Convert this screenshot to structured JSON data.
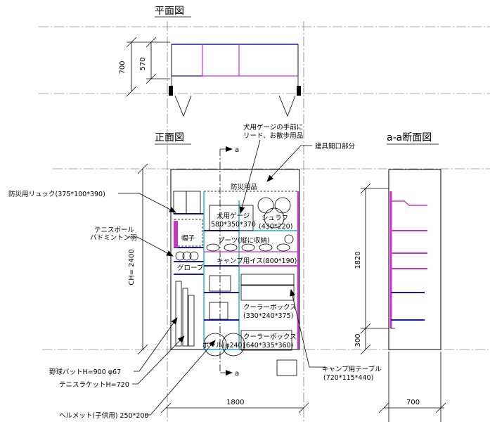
{
  "titles": {
    "plan": "平面図",
    "front": "正面図",
    "section": "a-a断面図"
  },
  "section_marks": {
    "top": "a",
    "bottom": "a"
  },
  "dimensions": {
    "plan_outer": "700",
    "plan_inner": "570",
    "ceiling": "CH= 2400",
    "front_width": "1800",
    "section_height": "1820",
    "section_base": "300",
    "section_width": "700"
  },
  "labels": {
    "disaster_goods": "防災用品",
    "dog_cage": "犬用ゲージ",
    "dog_cage_size": "580*350*370",
    "sleeping_bag": "シュラフ",
    "sleeping_bag_size": "(430*220)",
    "hat": "帽子",
    "boots": "ブーツ(縦に収納)",
    "camp_chair": "キャンプ用イス(800*190)",
    "glove": "グローブ",
    "cooler1": "クーラーボックス",
    "cooler1_size": "(330*240*375)",
    "cooler2": "クーラーボックス",
    "cooler2_size": "(640*335*360)",
    "ball": "ボール(φ240)"
  },
  "callouts": {
    "leash_line1": "犬用ゲージの手前に",
    "leash_line2": "リード、お散歩用品",
    "door_opening": "建具開口部分",
    "backpack": "防災用リュック(375*100*390)",
    "tennis_ball_line1": "テニスボール",
    "tennis_ball_line2": "バドミントン羽",
    "bat": "野球バットH=900 φ67",
    "racket": "テニスラケットH=720",
    "helmet": "ヘルメット(子供用) 250*200",
    "camp_table_line1": "キャンプ用テーブル",
    "camp_table_line2": "(720*115*440)"
  }
}
